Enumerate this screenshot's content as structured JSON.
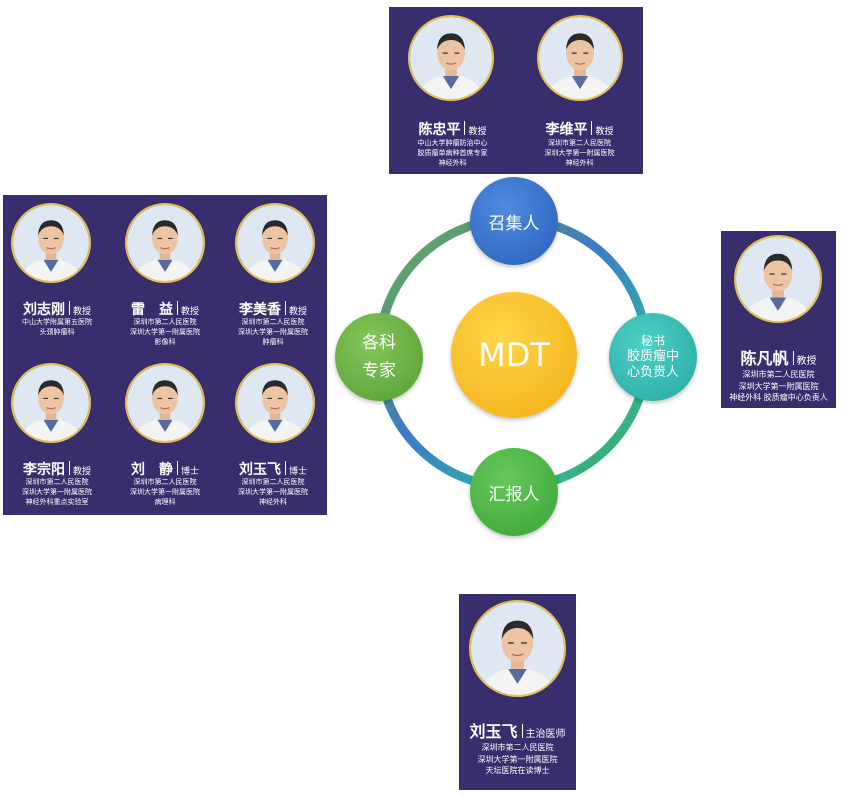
{
  "diagram": {
    "center": {
      "label": "MDT"
    },
    "top": {
      "label": "召集人"
    },
    "right": {
      "line1": "秘书",
      "line2": "胶质瘤中",
      "line3": "心负责人"
    },
    "bottom": {
      "label": "汇报人"
    },
    "left": {
      "line1": "各科",
      "line2": "专家"
    }
  },
  "colors": {
    "panel": "#3a2d6e",
    "photo_ring": "#e6c14e",
    "center": "#f4b618",
    "top": "#2f6bc4",
    "right": "#2bb3ad",
    "bottom": "#43ad3e",
    "left": "#5fa83a"
  },
  "conveners": [
    {
      "name": "陈忠平",
      "title": "教授",
      "affil": [
        "中山大学肿瘤防治中心",
        "胶质瘤单病种首席专家",
        "神经外科"
      ]
    },
    {
      "name": "李维平",
      "title": "教授",
      "affil": [
        "深圳市第二人民医院",
        "深圳大学第一附属医院",
        "神经外科"
      ]
    }
  ],
  "experts": [
    {
      "name": "刘志刚",
      "title": "教授",
      "affil": [
        "中山大学附属第五医院",
        "头颈肿瘤科"
      ]
    },
    {
      "name": "雷　益",
      "title": "教授",
      "affil": [
        "深圳市第二人民医院",
        "深圳大学第一附属医院",
        "影像科"
      ]
    },
    {
      "name": "李美香",
      "title": "教授",
      "affil": [
        "深圳市第二人民医院",
        "深圳大学第一附属医院",
        "肿瘤科"
      ]
    },
    {
      "name": "李宗阳",
      "title": "教授",
      "affil": [
        "深圳市第二人民医院",
        "深圳大学第一附属医院",
        "神经外科重点实验室"
      ]
    },
    {
      "name": "刘　静",
      "title": "博士",
      "affil": [
        "深圳市第二人民医院",
        "深圳大学第一附属医院",
        "病理科"
      ]
    },
    {
      "name": "刘玉飞",
      "title": "博士",
      "affil": [
        "深圳市第二人民医院",
        "深圳大学第一附属医院",
        "神经外科"
      ]
    }
  ],
  "secretary": {
    "name": "陈凡帆",
    "title": "教授",
    "affil": [
      "深圳市第二人民医院",
      "深圳大学第一附属医院",
      "神经外科  胶质瘤中心负责人"
    ]
  },
  "reporter": {
    "name": "刘玉飞",
    "title": "主治医师",
    "affil": [
      "深圳市第二人民医院",
      "深圳大学第一附属医院",
      "天坛医院在读博士"
    ]
  }
}
